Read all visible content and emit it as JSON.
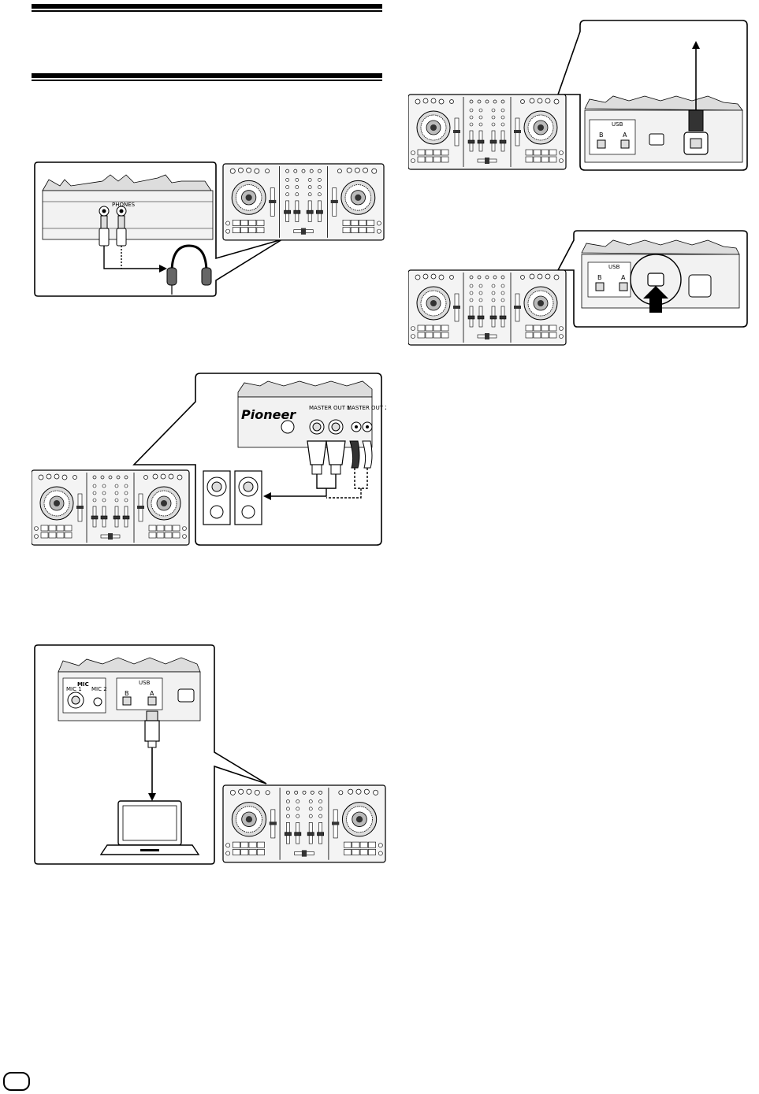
{
  "figures": {
    "headphones": {
      "label_jack": "PHONES"
    },
    "master_out": {
      "brand": "Pioneer",
      "label_master1": "MASTER OUT 1",
      "label_master2": "MASTER OUT 2"
    },
    "usb_pc": {
      "label_mic": "MIC",
      "label_mic1": "MIC 1",
      "label_mic2": "MIC 2",
      "label_usb": "USB",
      "port_b": "B",
      "port_a": "A"
    },
    "power_cord": {
      "label_usb": "USB",
      "port_b": "B",
      "port_a": "A"
    },
    "power_button": {
      "label_usb": "USB",
      "port_b": "B",
      "port_a": "A"
    }
  },
  "colors": {
    "ink": "#000000",
    "panel": "#f2f2f2",
    "panel_dark": "#cfcfcf",
    "paper": "#ffffff"
  }
}
